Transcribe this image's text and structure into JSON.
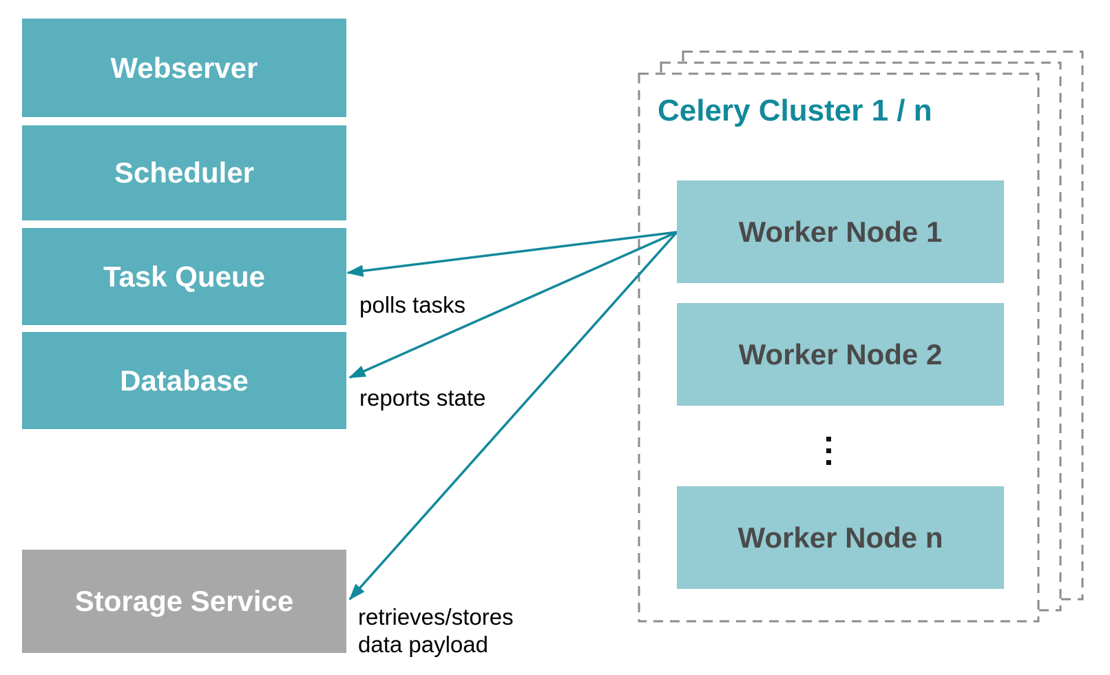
{
  "left_stack": {
    "nodes": [
      {
        "label": "Webserver"
      },
      {
        "label": "Scheduler"
      },
      {
        "label": "Task Queue"
      },
      {
        "label": "Database"
      }
    ]
  },
  "storage_node": {
    "label": "Storage Service"
  },
  "cluster": {
    "title": "Celery Cluster 1 / n",
    "workers": [
      {
        "label": "Worker Node 1"
      },
      {
        "label": "Worker Node 2"
      },
      {
        "label": "Worker Node n"
      }
    ]
  },
  "edge_labels": {
    "polls_tasks": "polls tasks",
    "reports_state": "reports state",
    "retrieves_line1": "retrieves/stores",
    "retrieves_line2": "data payload"
  },
  "colors": {
    "stack_fill": "#5ab0bc",
    "worker_fill": "#95cbd2",
    "accent_teal": "#12899b",
    "storage_gray": "#a8a8a8",
    "dashed_border_gray": "#8c8c8c",
    "worker_text": "#4a4a4a",
    "stack_text": "#ffffff",
    "edge_label_text": "#000000"
  }
}
